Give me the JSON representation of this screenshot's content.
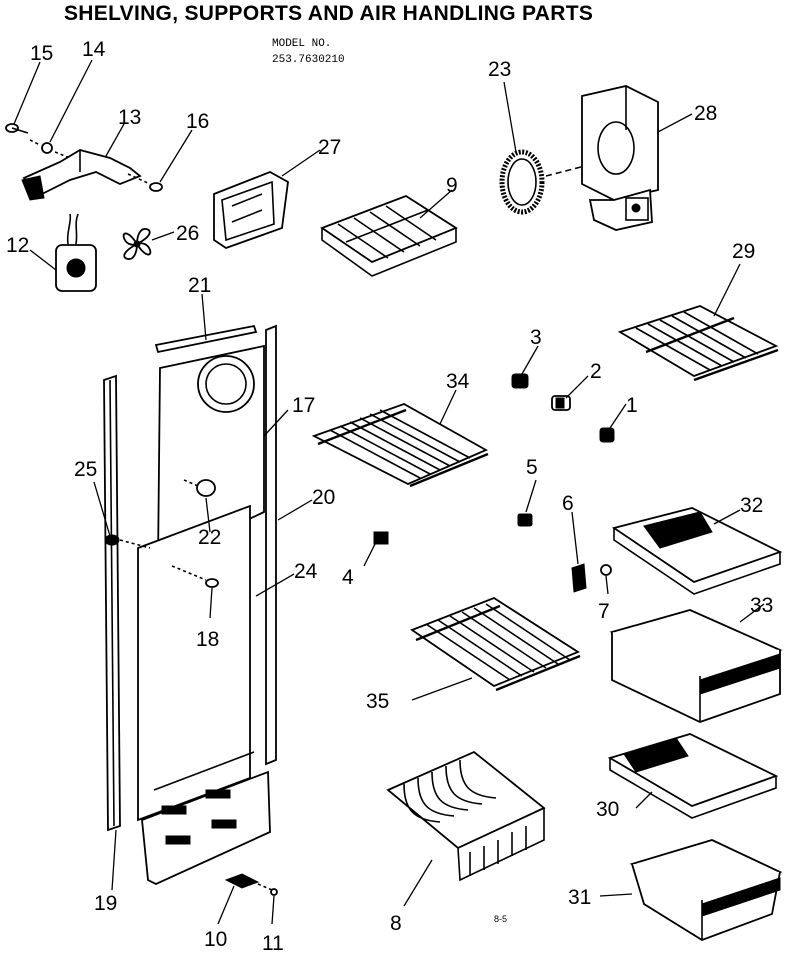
{
  "header": {
    "title": "SHELVING, SUPPORTS AND AIR HANDLING PARTS",
    "model_label": "MODEL NO.",
    "model_number": "253.7630210"
  },
  "footer_code": "8-5",
  "callouts": {
    "p1": "1",
    "p2": "2",
    "p3": "3",
    "p4": "4",
    "p5": "5",
    "p6": "6",
    "p7": "7",
    "p8": "8",
    "p9": "9",
    "p10": "10",
    "p11": "11",
    "p12": "12",
    "p13": "13",
    "p14": "14",
    "p15": "15",
    "p16": "16",
    "p17": "17",
    "p18": "18",
    "p19": "19",
    "p20": "20",
    "p21": "21",
    "p22": "22",
    "p23": "23",
    "p24": "24",
    "p25": "25",
    "p26": "26",
    "p27": "27",
    "p28": "28",
    "p29": "29",
    "p30": "30",
    "p31": "31",
    "p32": "32",
    "p33": "33",
    "p34": "34",
    "p35": "35"
  }
}
